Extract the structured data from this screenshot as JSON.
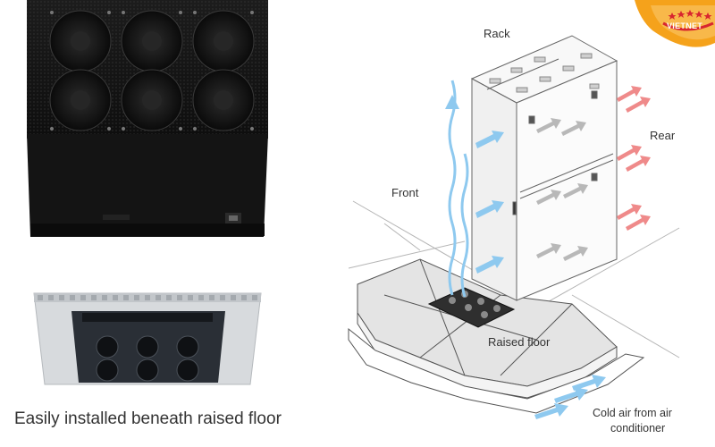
{
  "caption": "Easily installed beneath raised floor",
  "logo": {
    "text": "VIETNET",
    "stars": 5
  },
  "diagram": {
    "rack_label": "Rack",
    "front_label": "Front",
    "rear_label": "Rear",
    "floor_label": "Raised floor",
    "cold_air_line1": "Cold air from air",
    "cold_air_line2": "conditioner"
  },
  "colors": {
    "cold_air": "#8ec9ef",
    "hot_air": "#ef8a8a",
    "rack_air": "#b8b8b8",
    "logo_orange": "#f5a21b",
    "logo_red": "#d8262f"
  }
}
